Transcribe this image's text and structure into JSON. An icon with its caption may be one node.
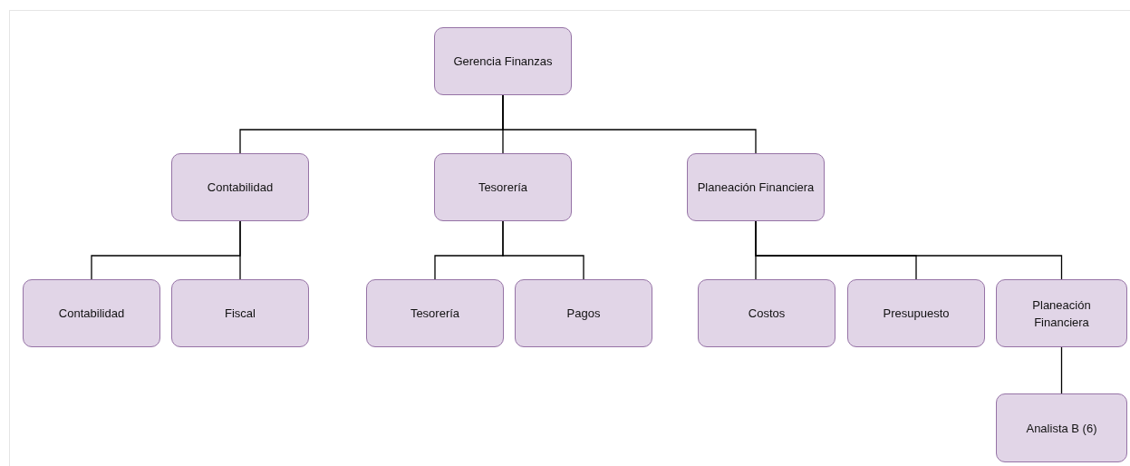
{
  "diagram": {
    "nodes": [
      {
        "text": [
          "Gerencia Finanzas"
        ]
      },
      {
        "text": [
          "Contabilidad"
        ]
      },
      {
        "text": [
          "Tesorería"
        ]
      },
      {
        "text": [
          "Planeación Financiera"
        ]
      },
      {
        "text": [
          "Contabilidad"
        ]
      },
      {
        "text": [
          "Fiscal"
        ]
      },
      {
        "text": [
          "Tesorería"
        ]
      },
      {
        "text": [
          "Pagos"
        ]
      },
      {
        "text": [
          "Costos"
        ]
      },
      {
        "text": [
          "Presupuesto"
        ]
      },
      {
        "text": [
          "Planeación Financiera"
        ]
      },
      {
        "text": [
          "Analista B (6)"
        ]
      }
    ],
    "edges": [
      {
        "from": 0,
        "to": 1,
        "arrow": "none"
      },
      {
        "from": 0,
        "to": 2,
        "arrow": "none"
      },
      {
        "from": 0,
        "to": 3,
        "arrow": "none"
      },
      {
        "from": 1,
        "to": 4,
        "arrow": "none"
      },
      {
        "from": 1,
        "to": 5,
        "arrow": "none"
      },
      {
        "from": 2,
        "to": 6,
        "arrow": "none"
      },
      {
        "from": 2,
        "to": 7,
        "arrow": "none"
      },
      {
        "from": 3,
        "to": 8,
        "arrow": "none"
      },
      {
        "from": 3,
        "to": 9,
        "arrow": "none"
      },
      {
        "from": 3,
        "to": 10,
        "arrow": "none"
      },
      {
        "from": 10,
        "to": 11,
        "arrow": "none"
      }
    ]
  }
}
